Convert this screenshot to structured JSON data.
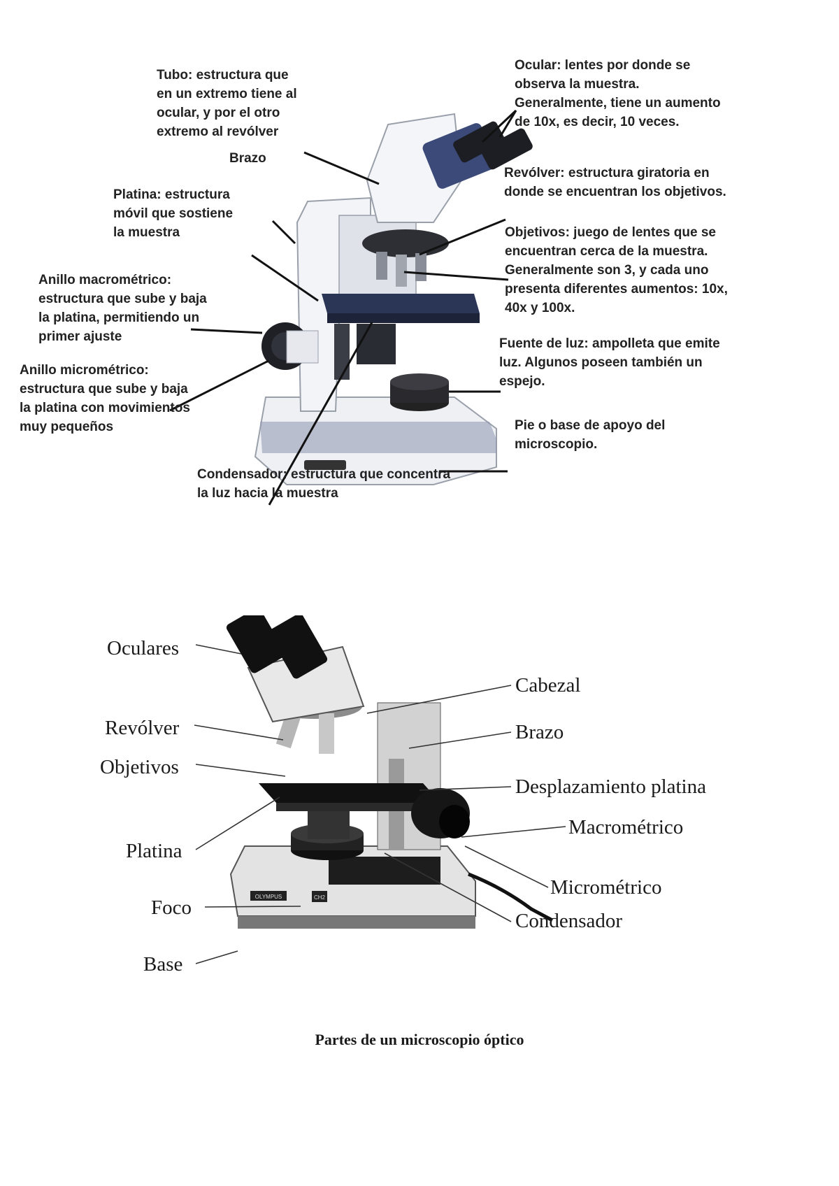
{
  "top_diagram": {
    "labels": {
      "tubo": "Tubo: estructura que\nen un extremo tiene al\nocular, y por el otro\nextremo al revólver",
      "brazo": "Brazo",
      "platina": "Platina: estructura\nmóvil que sostiene\nla muestra",
      "anillo_macro": "Anillo macrométrico:\nestructura que sube y baja\nla platina, permitiendo un\nprimer ajuste",
      "anillo_micro": "Anillo micrométrico:\nestructura que sube y baja\nla platina con movimientos\nmuy pequeños",
      "ocular": "Ocular: lentes por donde se\nobserva la muestra.\nGeneralmente, tiene un aumento\nde 10x, es decir, 10 veces.",
      "revolver": "Revólver: estructura giratoria en\ndonde se encuentran los objetivos.",
      "objetivos": "Objetivos: juego de lentes que se\nencuentran cerca de la muestra.\nGeneralmente son 3, y cada uno\npresenta diferentes aumentos: 10x,\n40x y 100x.",
      "fuente_luz": "Fuente de luz: ampolleta que emite\nluz. Algunos poseen también un\nespejo.",
      "pie": "Pie o base de apoyo del\nmicroscopio.",
      "condensador": "Condensador: estructura que concentra\nla luz hacia la muestra"
    }
  },
  "bottom_diagram": {
    "labels": {
      "oculares": "Oculares",
      "revolver": "Revólver",
      "objetivos": "Objetivos",
      "platina": "Platina",
      "foco": "Foco",
      "base": "Base",
      "cabezal": "Cabezal",
      "brazo": "Brazo",
      "desplazamiento": "Desplazamiento platina",
      "macrometrico": "Macrométrico",
      "micrometrico": "Micrométrico",
      "condensador": "Condensador"
    },
    "brand_plate": "OLYMPUS",
    "model_plate": "CH2"
  },
  "caption": "Partes de un microscopio óptico",
  "colors": {
    "body": "#e9ecf1",
    "body_shade": "#c7ccd6",
    "blue_accent": "#3b4a78",
    "dark": "#1c1e24",
    "leader": "#111111"
  }
}
